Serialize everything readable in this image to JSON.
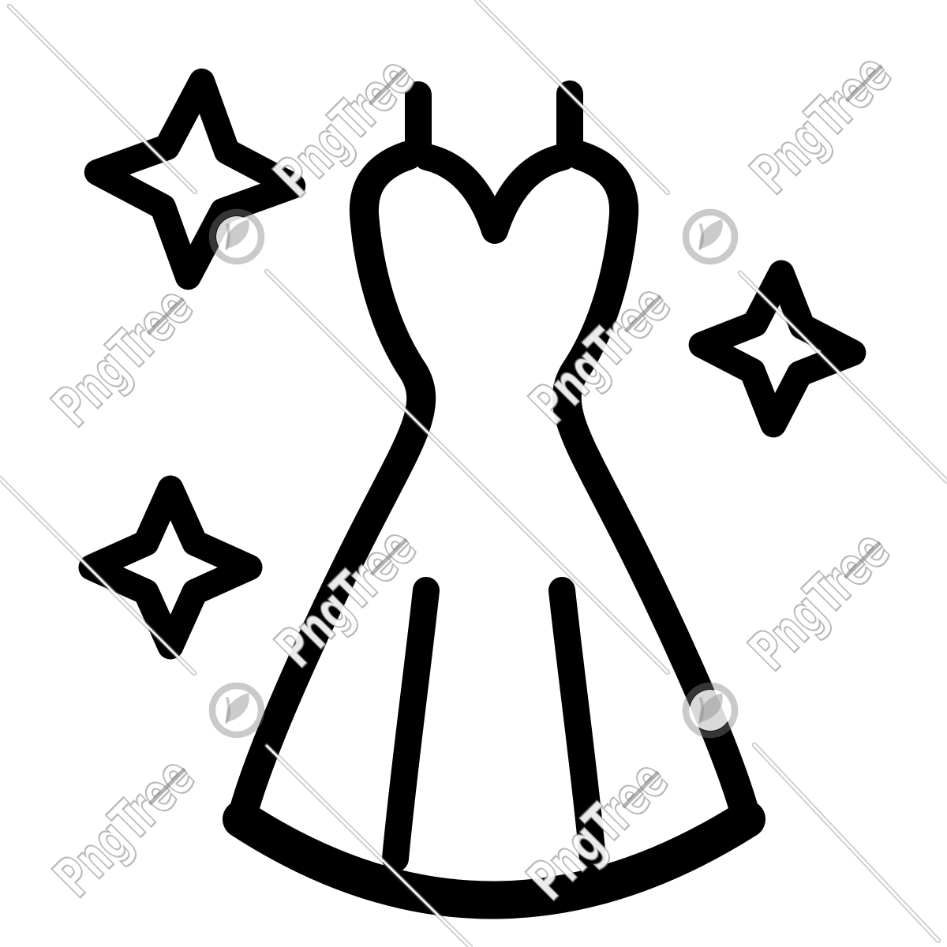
{
  "page": {
    "background_color": "#ffffff"
  },
  "icon": {
    "subject": "wedding-dress-with-sparkles",
    "color": "#000000"
  },
  "watermark": {
    "brand": "PngTree",
    "brand_prefix": "PngTr",
    "brand_suffix": "ee",
    "fill_color": "#ffffff",
    "outline_color": "#808080"
  }
}
